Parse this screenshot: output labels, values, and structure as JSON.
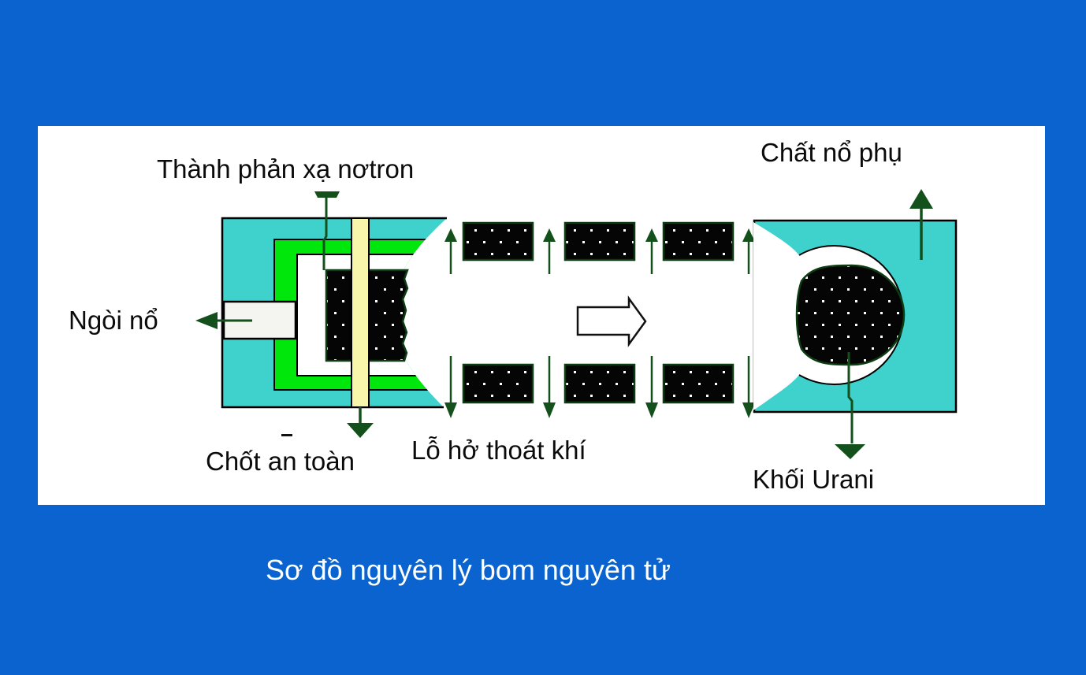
{
  "title_caption": "Sơ đồ nguyên lý bom nguyên tử",
  "labels": {
    "neutron_reflector": "Thành phản xạ nơtron",
    "aux_explosive": "Chất nổ phụ",
    "detonator": "Ngòi nổ",
    "safety_pin": "Chốt an toàn",
    "vent_hole": "Lỗ hở thoát khí",
    "uranium_mass": "Khối Urani"
  },
  "icons": {
    "pointer_arrows": "dark-green pointer arrows linking labels to parts",
    "motion_arrows": "dark-green up/down arrows showing fragment motion",
    "expansion_arrow": "white right-pointing outline arrow"
  },
  "colors": {
    "background": "#0a63cf",
    "panel": "#ffffff",
    "casing_teal": "#3fd1cb",
    "explosive_green": "#00e70c",
    "pin_yellow": "#f8f6ab",
    "detonator_gray": "#f4f4f1",
    "uranium_black": "#050505",
    "block_border": "#0d3b12",
    "arrow_green": "#14501c",
    "label_text": "#0b0b0b",
    "caption_text": "#ffffff"
  }
}
